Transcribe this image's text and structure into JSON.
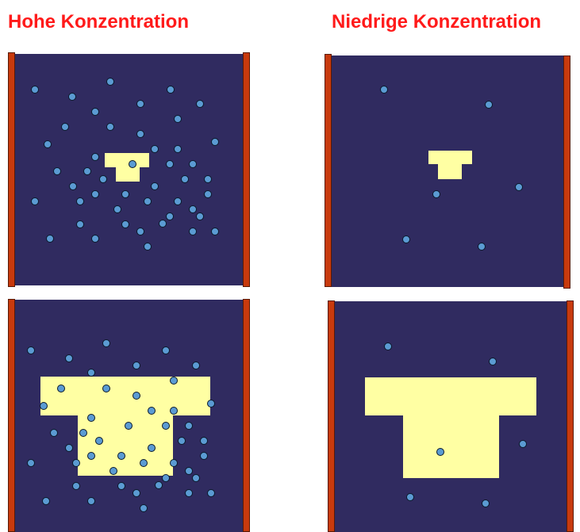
{
  "titles": {
    "high": "Hohe Konzentration",
    "low": "Niedrige Konzentration"
  },
  "colors": {
    "title": "#ff1a1a",
    "background": "#302b60",
    "wall": "#c83a0d",
    "garment": "#ffffa3",
    "particle": "#5b9bd3"
  },
  "panels": [
    {
      "id": "high-concentration-small-garment",
      "concentration": "high",
      "garment": "small",
      "particle_count": 46
    },
    {
      "id": "low-concentration-small-garment",
      "concentration": "low",
      "garment": "small",
      "particle_count": 6
    },
    {
      "id": "high-concentration-large-garment",
      "concentration": "high",
      "garment": "large",
      "particle_count": 46
    },
    {
      "id": "low-concentration-large-garment",
      "concentration": "low",
      "garment": "large",
      "particle_count": 6
    }
  ]
}
